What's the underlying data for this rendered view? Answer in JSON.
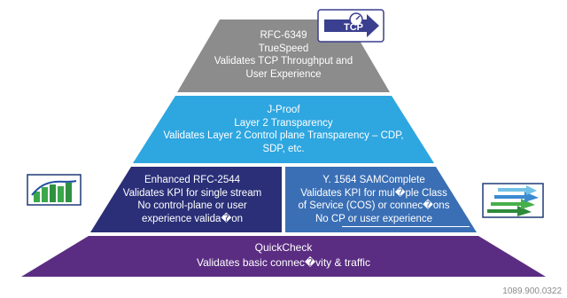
{
  "tiers": {
    "rfc6349": {
      "lines": [
        "RFC-6349",
        "TrueSpeed",
        "Validates TCP Throughput and",
        "User Experience"
      ],
      "color": "#8c8c8c"
    },
    "jproof": {
      "lines": [
        "J-Proof",
        "Layer 2 Transparency",
        "Validates Layer 2 Control plane Transparency – CDP,",
        "SDP, etc."
      ],
      "color": "#2ea6e0"
    },
    "rfc2544": {
      "lines": [
        "Enhanced RFC-2544",
        "Validates KPI for single stream",
        "No control-plane or user",
        "experience valida�on"
      ],
      "color": "#2a2f78"
    },
    "y1564": {
      "lines": [
        "Y. 1564 SAMComplete",
        "Validates KPI for mul�ple Class",
        "of Service (COS) or connec�ons",
        "No CP or user experience"
      ],
      "color": "#3a6fb5"
    },
    "quickcheck": {
      "lines": [
        "QuickCheck",
        "Validates basic connec�vity & traffic"
      ],
      "color": "#5b2d82"
    }
  },
  "icons": {
    "tcp_badge": {
      "name": "tcp-speed-icon",
      "label": "TCP"
    },
    "bar_chart": {
      "name": "bar-chart-icon"
    },
    "stacked_arrows": {
      "name": "stacked-arrows-chart-icon"
    }
  },
  "footer": {
    "code": "1089.900.0322"
  }
}
